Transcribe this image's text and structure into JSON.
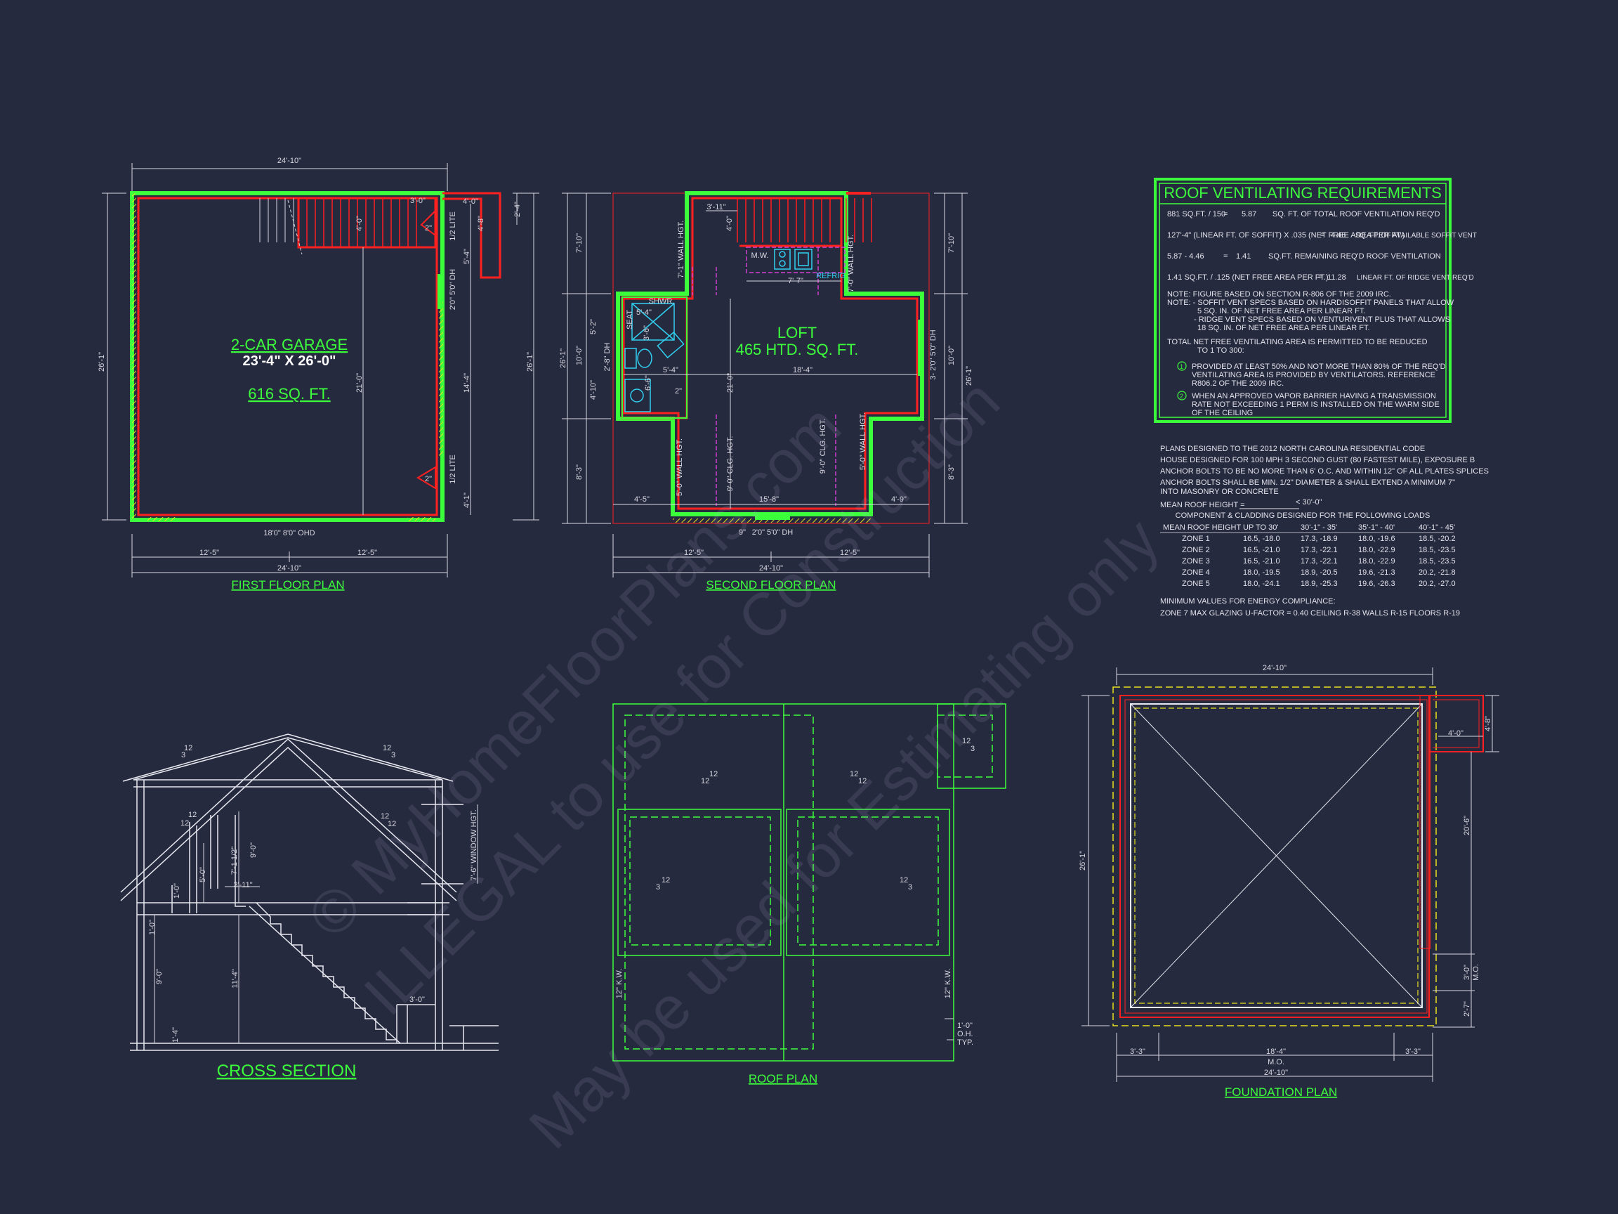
{
  "first_floor": {
    "title": "FIRST FLOOR PLAN",
    "room_name": "2-CAR GARAGE",
    "room_dims": "23'-4\" X 26'-0\"",
    "room_area": "616 SQ. FT.",
    "dims": {
      "top_overall": "24'-10\"",
      "left_overall": "26'-1\"",
      "right_overall": "26'-1\"",
      "bottom_left": "12'-5\"",
      "bottom_right": "12'-5\"",
      "bottom_overall": "24'-10\"",
      "door": "18'0\" 8'0\" OHD",
      "stair_w": "3'-0\"",
      "stair_h": "4'-0\"",
      "landing_w": "4'-0\"",
      "landing_h": "4'-8\"",
      "landing_side": "2'-4\"",
      "landing_gap": "5'-4\"",
      "height_21": "21'-0\"",
      "window_dh": "2'0\" 5'0\" DH",
      "mid_right": "14'-4\"",
      "lower_right": "4'-1\"",
      "clear_2a": "2\"",
      "clear_2b": "2\"",
      "lite_top": "1/2 LITE",
      "lite_bottom": "1/2 LITE"
    }
  },
  "second_floor": {
    "title": "SECOND FLOOR PLAN",
    "room_name": "LOFT",
    "room_area": "465 HTD. SQ. FT.",
    "labels": {
      "shwr": "SHWR.",
      "seat": "SEAT",
      "mw": "M.W.",
      "refrig": "REFRIG",
      "wall_hgt_a": "7'-1\" WALL HGT.",
      "wall_hgt_b": "7'-0\" WALL HGT.",
      "wall_hgt_c": "5'-0\" WALL HGT.",
      "wall_hgt_d": "5'-0\" WALL HGT.",
      "clg_hgt_a": "9'-0\" CLG. HGT.",
      "clg_hgt_b": "9'-0\" CLG. HGT."
    },
    "dims": {
      "top_3_11": "3'-11\"",
      "kitchen_w": "7'-7\"",
      "bath_w": "5'-4\"",
      "bath_w2": "5'-4\"",
      "loft_w": "18'-4\"",
      "loft_h": "21'-0\"",
      "stair_h": "4'-0\"",
      "left_7_10": "7'-10\"",
      "left_5_2": "5'-2\"",
      "left_10_0": "10'-0\"",
      "left_4_10": "4'-10\"",
      "left_8_3": "8'-3\"",
      "left_26_1": "26'-1\"",
      "right_7_10": "7'-10\"",
      "right_10_0": "10'-0\"",
      "right_8_3": "8'-3\"",
      "right_26_1": "26'-1\"",
      "bottom_4_5": "4'-5\"",
      "bottom_15_8": "15'-8\"",
      "bottom_4_9": "4'-9\"",
      "bottom_left": "12'-5\"",
      "bottom_right": "12'-5\"",
      "bottom_overall": "24'-10\"",
      "win_bottom": "2'0\" 5'0\" DH",
      "win_right": "3- 2'0\" 5'0\" DH",
      "win_left": "2'-8\" DH",
      "clear_2": "2\"",
      "six": "6'-6\"",
      "three": "3'-6\"",
      "nine": "9\""
    }
  },
  "roof_vent": {
    "title": "ROOF VENTILATING REQUIREMENTS",
    "rows": [
      {
        "expr": "881 SQ.FT. / 150",
        "eq": "=",
        "val": "5.87",
        "desc": "SQ. FT. OF TOTAL ROOF VENTILATION REQ'D"
      },
      {
        "expr": "127'-4\" (LINEAR FT. OF SOFFIT) X .035 (NET FREE AREA PER FT.)",
        "eq": "=",
        "val": "4.46",
        "desc": "SQ. FT. OF AVAILABLE SOFFIT VENT"
      },
      {
        "expr": "5.87  - 4.46",
        "eq": "=",
        "val": "1.41",
        "desc": "SQ.FT. REMAINING REQ'D ROOF VENTILATION"
      },
      {
        "expr": "1.41 SQ.FT. / .125 (NET FREE AREA PER FT.)",
        "eq": "=",
        "val": "11.28",
        "desc": "LINEAR FT. OF RIDGE VENT REQ'D"
      }
    ],
    "notes": [
      "NOTE: FIGURE BASED ON SECTION R-806 OF THE 2009 IRC.",
      "NOTE: - SOFFIT VENT SPECS BASED ON HARDISOFFIT PANELS THAT ALLOW",
      "5 SQ. IN. OF NET FREE AREA PER LINEAR FT.",
      "- RIDGE VENT SPECS BASED ON VENTURIVENT PLUS THAT ALLOWS",
      "18 SQ. IN. OF NET FREE AREA PER LINEAR FT.",
      "TOTAL NET FREE VENTILATING AREA IS PERMITTED TO BE REDUCED",
      "TO 1 TO 300:"
    ],
    "item1": [
      "PROVIDED AT LEAST 50% AND NOT MORE THAN 80% OF THE REQ'D",
      "VENTILATING AREA IS PROVIDED BY VENTILATORS.  REFERENCE",
      "R806.2  OF THE 2009 IRC."
    ],
    "item2": [
      "WHEN AN APPROVED VAPOR BARRIER HAVING A TRANSMISSION",
      "RATE NOT EXCEEDING 1 PERM IS INSTALLED ON THE WARM SIDE",
      "OF THE CEILING"
    ]
  },
  "code_notes": {
    "lines": [
      "PLANS DESIGNED TO THE 2012 NORTH CAROLINA RESIDENTIAL CODE",
      "HOUSE DESIGNED FOR 100 MPH 3 SECOND GUST (80 FASTEST MILE), EXPOSURE B",
      "ANCHOR BOLTS TO BE NO MORE THAN 6' O.C. AND WITHIN 12\" OF ALL PLATES SPLICES",
      "ANCHOR BOLTS SHALL BE MIN. 1/2\" DIAMETER & SHALL EXTEND A MINIMUM 7\"",
      "INTO MASONRY OR CONCRETE"
    ],
    "mean_roof_label": "MEAN ROOF HEIGHT =",
    "mean_roof_value": "< 30'-0\"",
    "loads_title": "COMPONENT & CLADDING DESIGNED FOR THE FOLLOWING LOADS",
    "table_headers": [
      "MEAN ROOF HEIGHT",
      "UP TO 30'",
      "30'-1\" - 35'",
      "35'-1\" - 40'",
      "40'-1\" - 45'"
    ],
    "table_rows": [
      [
        "ZONE 1",
        "16.5, -18.0",
        "17.3, -18.9",
        "18.0, -19.6",
        "18.5, -20.2"
      ],
      [
        "ZONE 2",
        "16.5, -21.0",
        "17.3, -22.1",
        "18.0, -22.9",
        "18.5, -23.5"
      ],
      [
        "ZONE 3",
        "16.5, -21.0",
        "17.3, -22.1",
        "18.0, -22.9",
        "18.5, -23.5"
      ],
      [
        "ZONE 4",
        "18.0, -19.5",
        "18.9, -20.5",
        "19.6, -21.3",
        "20.2, -21.8"
      ],
      [
        "ZONE 5",
        "18.0, -24.1",
        "18.9, -25.3",
        "19.6, -26.3",
        "20.2, -27.0"
      ]
    ],
    "energy_title": "MINIMUM VALUES FOR ENERGY COMPLIANCE:",
    "energy_line": "ZONE 7   MAX GLAZING U-FACTOR = 0.40   CEILING R-38   WALLS R-15   FLOORS R-19"
  },
  "cross_section": {
    "title": "CROSS SECTION",
    "labels": {
      "pitch_a": "12",
      "pitch_a3": "3",
      "pitch_b": "12",
      "pitch_b3": "3",
      "pitch_c": "12",
      "pitch_c12": "12",
      "pitch_d": "12",
      "pitch_d12": "12",
      "h_9_0a": "9'-0\"",
      "h_7_1": "7'-1 1/2\"",
      "h_5_0": "5'-0\"",
      "w_3_11": "3'-11\"",
      "h_1_0a": "1'-0\"",
      "h_1_0b": "1'-0\"",
      "h_9_0b": "9'-0\"",
      "h_11_4": "11'-4\"",
      "h_1_4": "1'-4\"",
      "w_3_0": "3'-0\"",
      "win_hgt": "7'-6\" WINDOW HGT."
    }
  },
  "roof_plan": {
    "title": "ROOF PLAN",
    "labels": {
      "p1": "12",
      "p1b": "12",
      "p2": "12",
      "p2b": "12",
      "p3": "12",
      "p3b": "3",
      "p4": "12",
      "p4b": "3",
      "p5": "12",
      "p5b": "3",
      "kw_left": "12\" K.W.",
      "kw_right": "12\" K.W.",
      "oh1": "1'-0\"",
      "oh2": "O.H.",
      "oh3": "TYP."
    }
  },
  "foundation": {
    "title": "FOUNDATION PLAN",
    "dims": {
      "top": "24'-10\"",
      "left": "26'-1\"",
      "right_20_6": "20'-6\"",
      "right_3_0": "3'-0\"",
      "right_mo": "M.O.",
      "right_2_7": "2'-7\"",
      "landing_w": "4'-0\"",
      "landing_h": "4'-8\"",
      "bot_3_3a": "3'-3\"",
      "bot_18_4": "18'-4\"",
      "bot_mo": "M.O.",
      "bot_3_3b": "3'-3\"",
      "bot_overall": "24'-10\""
    }
  },
  "watermark": {
    "line1": "© MyHomeFloorPlans.com",
    "line2": "ILLEGAL to use for Construction",
    "line3": "May be used for Estimating only"
  },
  "colors": {
    "background": "#262a3f",
    "wall_green": "#3cff3c",
    "wall_red": "#ff2020",
    "hatch_yellow": "#e8e020",
    "dim_line": "#d8d8e0",
    "cabinet_magenta": "#d040d0",
    "fixture_cyan": "#30d0f0"
  }
}
